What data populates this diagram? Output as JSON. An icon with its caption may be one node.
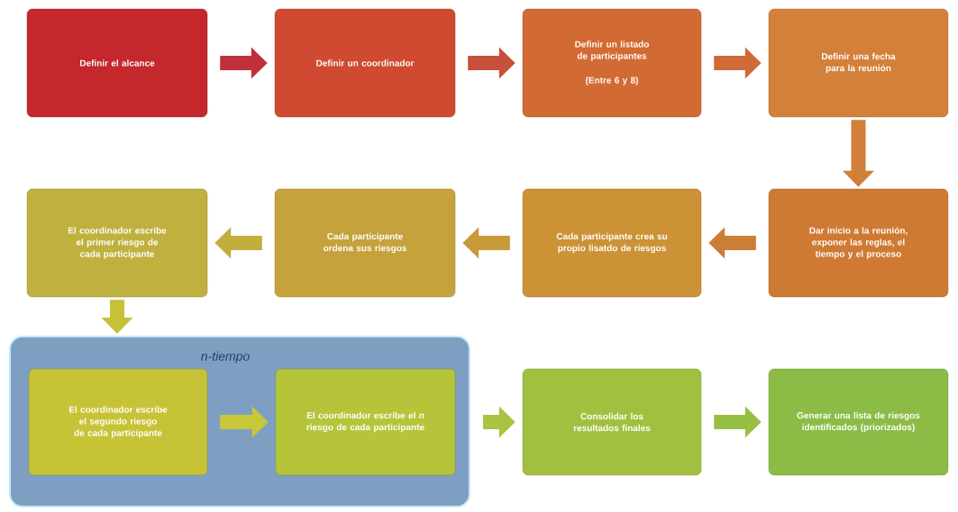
{
  "diagram": {
    "nodes": [
      {
        "text": [
          "Definir el alcance"
        ]
      },
      {
        "text": [
          "Definir un coordinador"
        ]
      },
      {
        "text": [
          "Definir un listado de participantes",
          "(Entre 6 y 8)"
        ]
      },
      {
        "text": [
          "Definir una fecha para la reunión"
        ]
      },
      {
        "text": [
          "Dar inicio a la reunión, exponer las reglas, el tiempo y el proceso"
        ]
      },
      {
        "text": [
          "Cada participante crea su propio lisatdo de riesgos"
        ]
      },
      {
        "text": [
          "Cada participante ordena sus riesgos"
        ]
      },
      {
        "text": [
          "El coordinador escribe el primer riesgo de cada participante"
        ]
      },
      {
        "text": [
          "n-tiempo"
        ]
      },
      {
        "text": [
          "El coordinador escribe el segundo riesgo de cada participante"
        ],
        "in": 8
      },
      {
        "text": [
          "El coordinador escribe el *n* riesgo de cada participante"
        ],
        "in": 8
      },
      {
        "text": [
          "Consolidar  los resultados finales"
        ]
      },
      {
        "text": [
          "Generar una lista de riesgos identificados (priorizados)"
        ]
      }
    ],
    "edges": [
      {
        "from": 0,
        "to": 1,
        "arrow": "to",
        "color": "#c0303a"
      },
      {
        "from": 1,
        "to": 2,
        "arrow": "to",
        "color": "#c8503a"
      },
      {
        "from": 2,
        "to": 3,
        "arrow": "to",
        "color": "#d06a38"
      },
      {
        "from": 3,
        "to": 4,
        "arrow": "to",
        "color": "#d0803a"
      },
      {
        "from": 4,
        "to": 5,
        "arrow": "to",
        "color": "#cc7e36"
      },
      {
        "from": 5,
        "to": 6,
        "arrow": "to",
        "color": "#c89a3a"
      },
      {
        "from": 6,
        "to": 7,
        "arrow": "to",
        "color": "#c2ae3e"
      },
      {
        "from": 7,
        "to": 8,
        "arrow": "to",
        "color": "#c8c038"
      },
      {
        "from": 9,
        "to": 10,
        "arrow": "to",
        "color": "#c8c838"
      },
      {
        "from": 8,
        "to": 11,
        "arrow": "to",
        "color": "#a8c440"
      },
      {
        "from": 11,
        "to": 12,
        "arrow": "to",
        "color": "#96c044"
      }
    ]
  }
}
